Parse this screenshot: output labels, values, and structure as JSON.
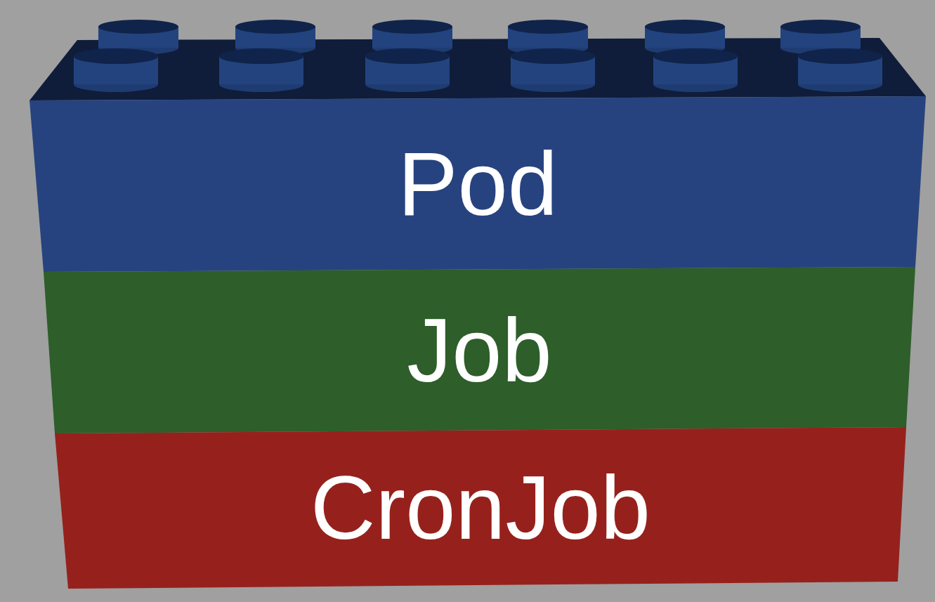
{
  "diagram": {
    "nodes": [
      {
        "text": [
          "Pod"
        ]
      },
      {
        "text": [
          "Job"
        ]
      },
      {
        "text": [
          "CronJob"
        ]
      }
    ]
  }
}
